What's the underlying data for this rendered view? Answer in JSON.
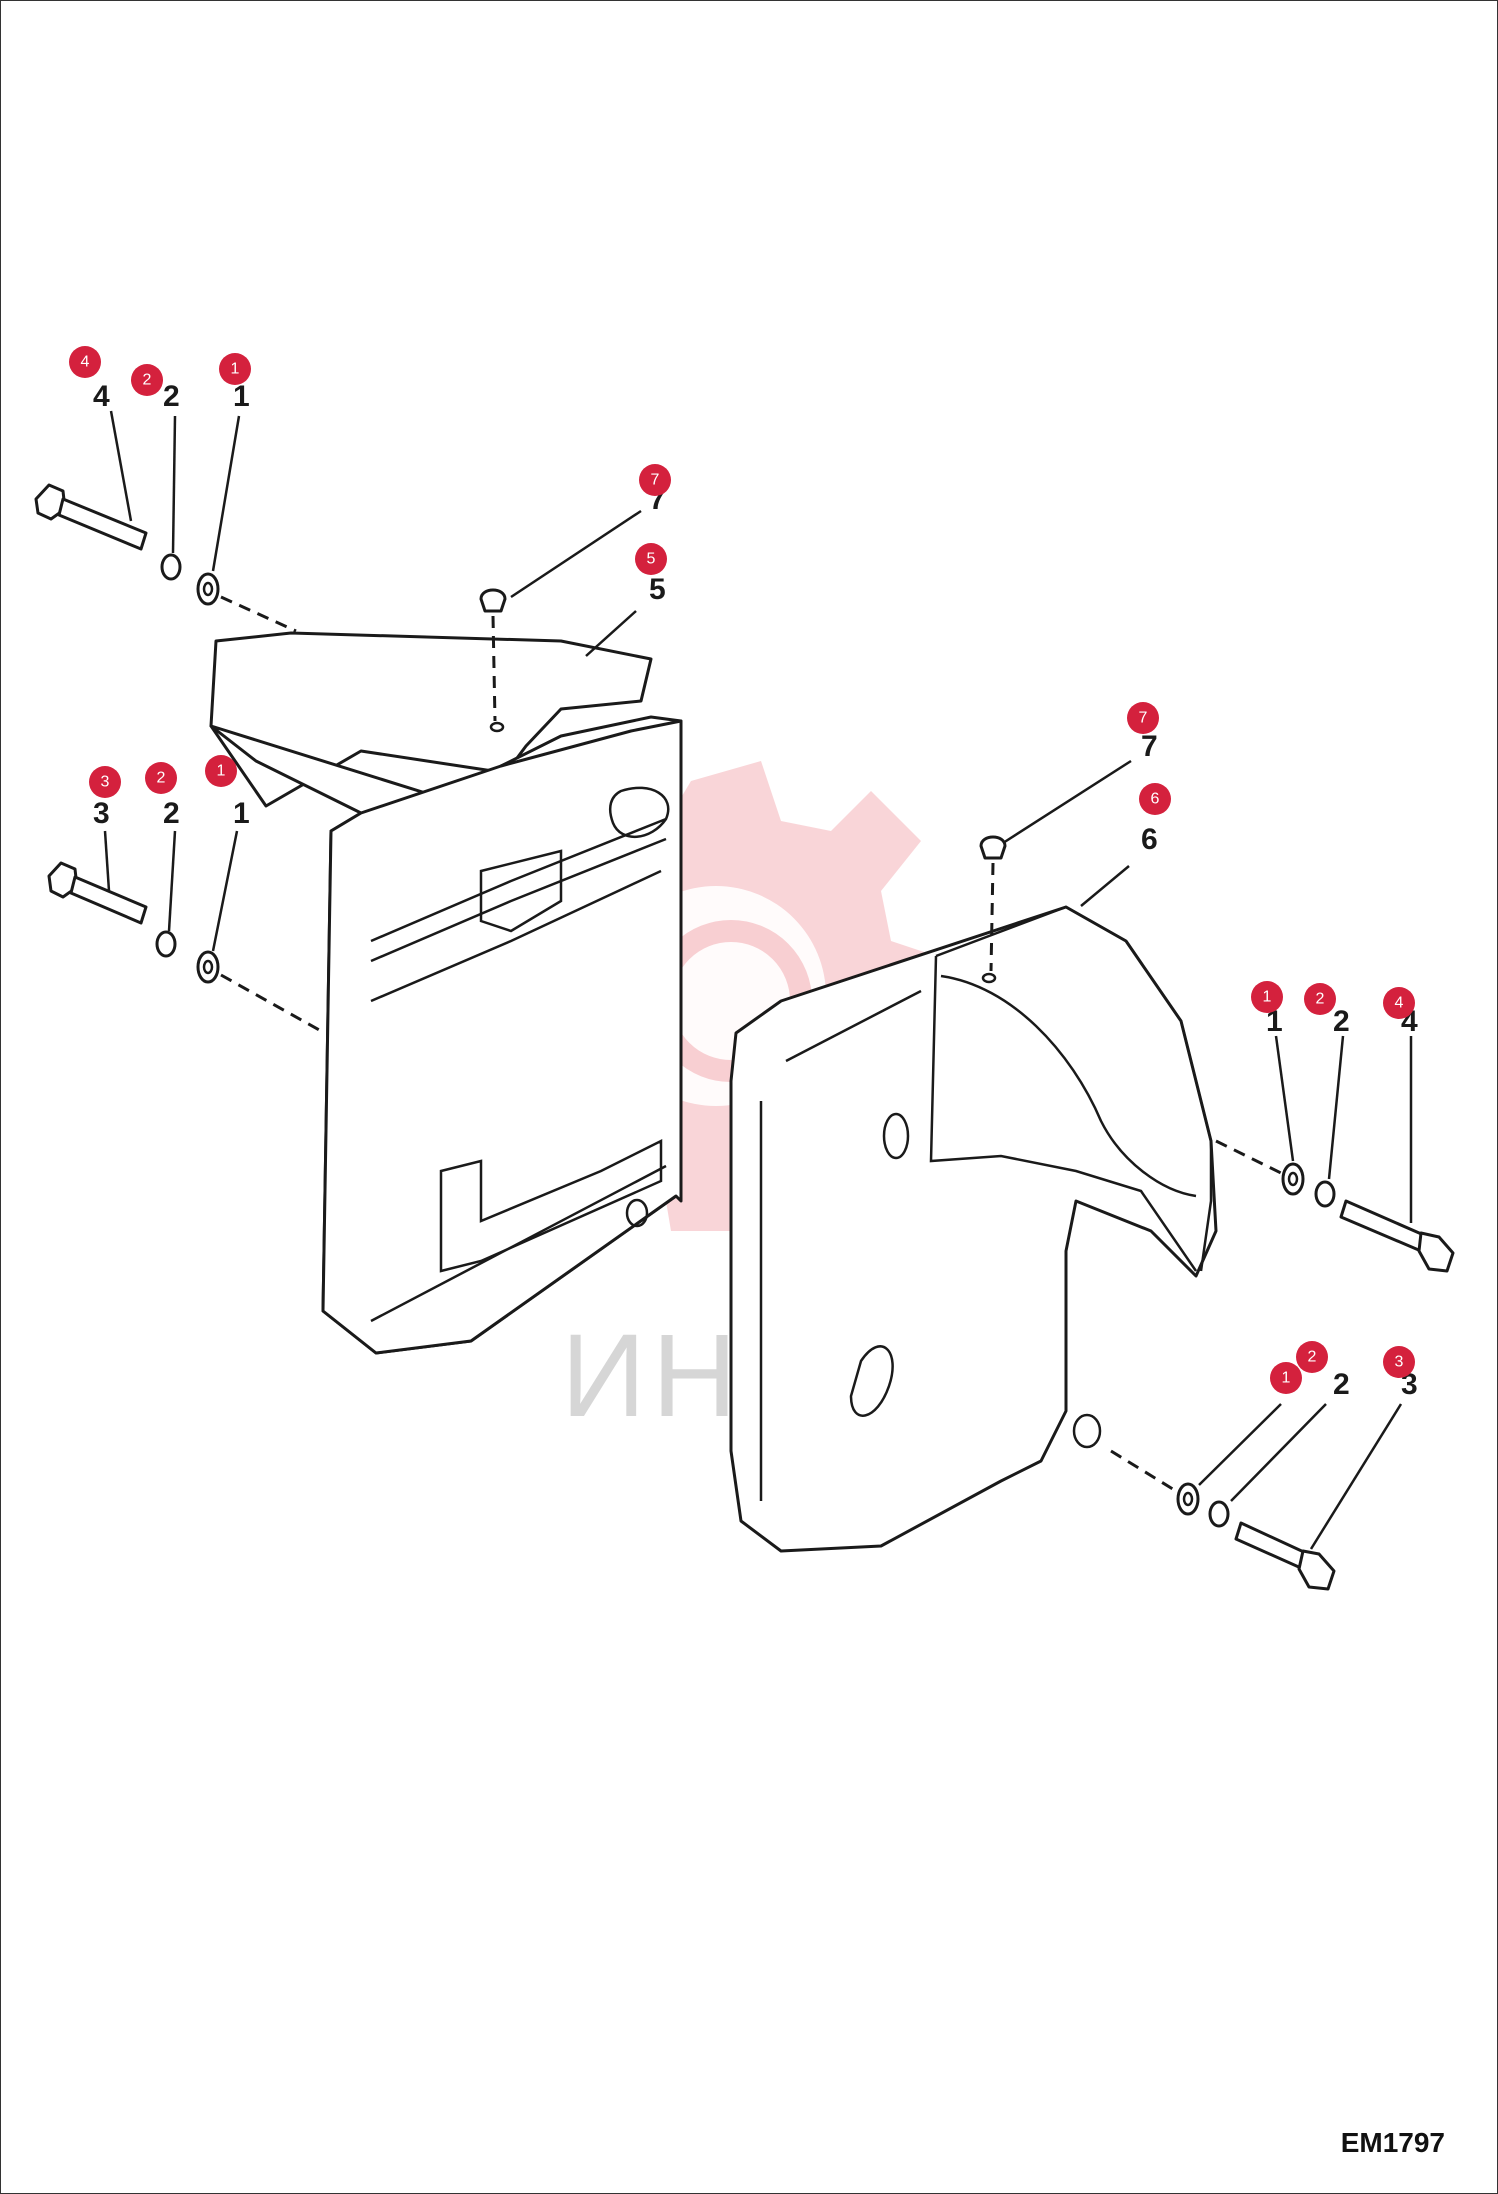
{
  "drawing_id": "EM1797",
  "watermark": {
    "text": "ИНТЕХ",
    "color": "#f4b3b8"
  },
  "badge_color": "#d4213d",
  "left_assembly": {
    "callouts": [
      {
        "badge": "4",
        "label": "4"
      },
      {
        "badge": "2",
        "label": "2"
      },
      {
        "badge": "1",
        "label": "1"
      },
      {
        "badge": "7",
        "label": "7"
      },
      {
        "badge": "5",
        "label": "5"
      },
      {
        "badge": "3",
        "label": "3"
      },
      {
        "badge": "2",
        "label": "2"
      },
      {
        "badge": "1",
        "label": "1"
      }
    ]
  },
  "right_assembly": {
    "callouts": [
      {
        "badge": "7",
        "label": "7"
      },
      {
        "badge": "6",
        "label": "6"
      },
      {
        "badge": "1",
        "label": "1"
      },
      {
        "badge": "2",
        "label": "2"
      },
      {
        "badge": "4",
        "label": "4"
      },
      {
        "badge": "1",
        "label": ""
      },
      {
        "badge": "2",
        "label": "2"
      },
      {
        "badge": "3",
        "label": "3"
      }
    ]
  }
}
